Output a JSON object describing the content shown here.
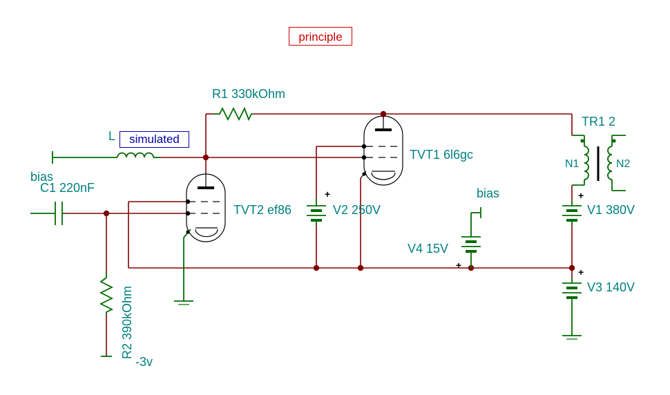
{
  "labels": {
    "principle": "principle",
    "simulated": "simulated",
    "r1": "R1 330kOhm",
    "tr1": "TR1 2",
    "n1": "N1",
    "n2": "N2",
    "tvt1": "TVT1 6l6gc",
    "tvt2": "TVT2 ef86",
    "v2": "V2 250V",
    "v1": "V1 380V",
    "v4": "V4 15V",
    "v3": "V3 140V",
    "c1": "C1 220nF",
    "bias_left": "bias",
    "bias_right": "bias",
    "r2": "R2 390kOhm",
    "minus3v": "-3v",
    "l1_partial": "L"
  },
  "colors": {
    "wire": "#800000",
    "symbol": "#006b00",
    "label": "#00807f",
    "principle_box": "#cc0000",
    "simulated_box": "#0000aa"
  }
}
